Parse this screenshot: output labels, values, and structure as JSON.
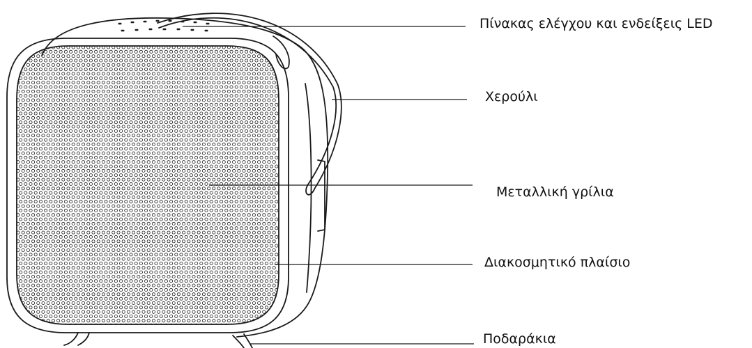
{
  "callouts": [
    {
      "label": "Πίνακας ελέγχου και ενδείξεις LED"
    },
    {
      "label": "Χερούλι"
    },
    {
      "label": "Μεταλλική γρίλια"
    },
    {
      "label": "Διακοσμητικό πλαίσιο"
    },
    {
      "label": "Ποδαράκια"
    }
  ],
  "colors": {
    "line": "#1a1a1a",
    "background": "#ffffff"
  }
}
